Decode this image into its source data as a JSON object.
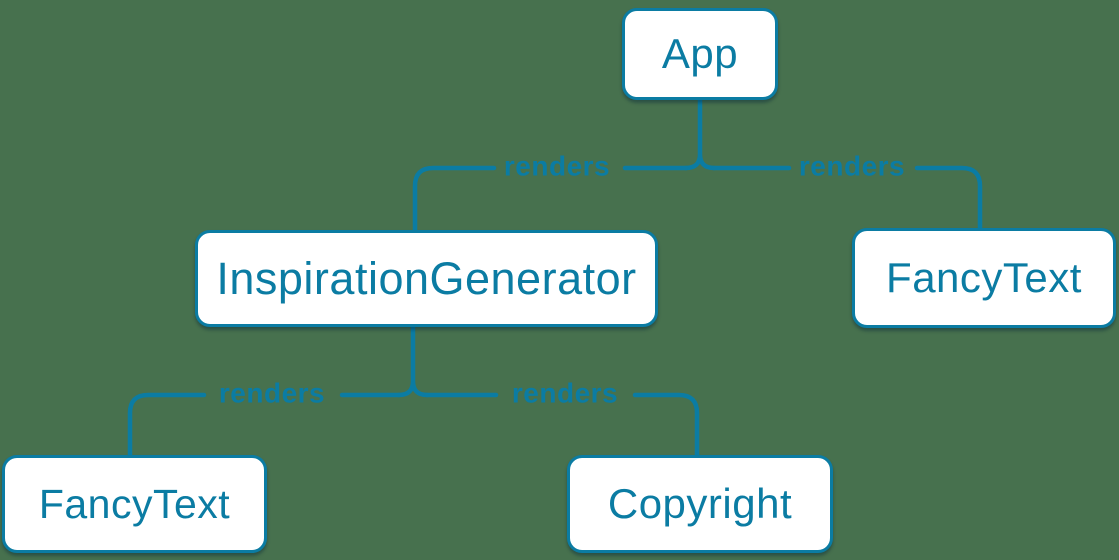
{
  "diagram": {
    "kind": "component-render-tree",
    "colors": {
      "accent": "#0b7ca3",
      "background": "#47714e",
      "node_background": "#ffffff"
    },
    "nodes": {
      "app": {
        "label": "App"
      },
      "inspiration_generator": {
        "label": "InspirationGenerator"
      },
      "fancy_text_right": {
        "label": "FancyText"
      },
      "fancy_text_left": {
        "label": "FancyText"
      },
      "copyright": {
        "label": "Copyright"
      }
    },
    "edges": [
      {
        "from": "App",
        "to": "InspirationGenerator",
        "label": "renders"
      },
      {
        "from": "App",
        "to": "FancyText",
        "label": "renders"
      },
      {
        "from": "InspirationGenerator",
        "to": "FancyText",
        "label": "renders"
      },
      {
        "from": "InspirationGenerator",
        "to": "Copyright",
        "label": "renders"
      }
    ]
  }
}
